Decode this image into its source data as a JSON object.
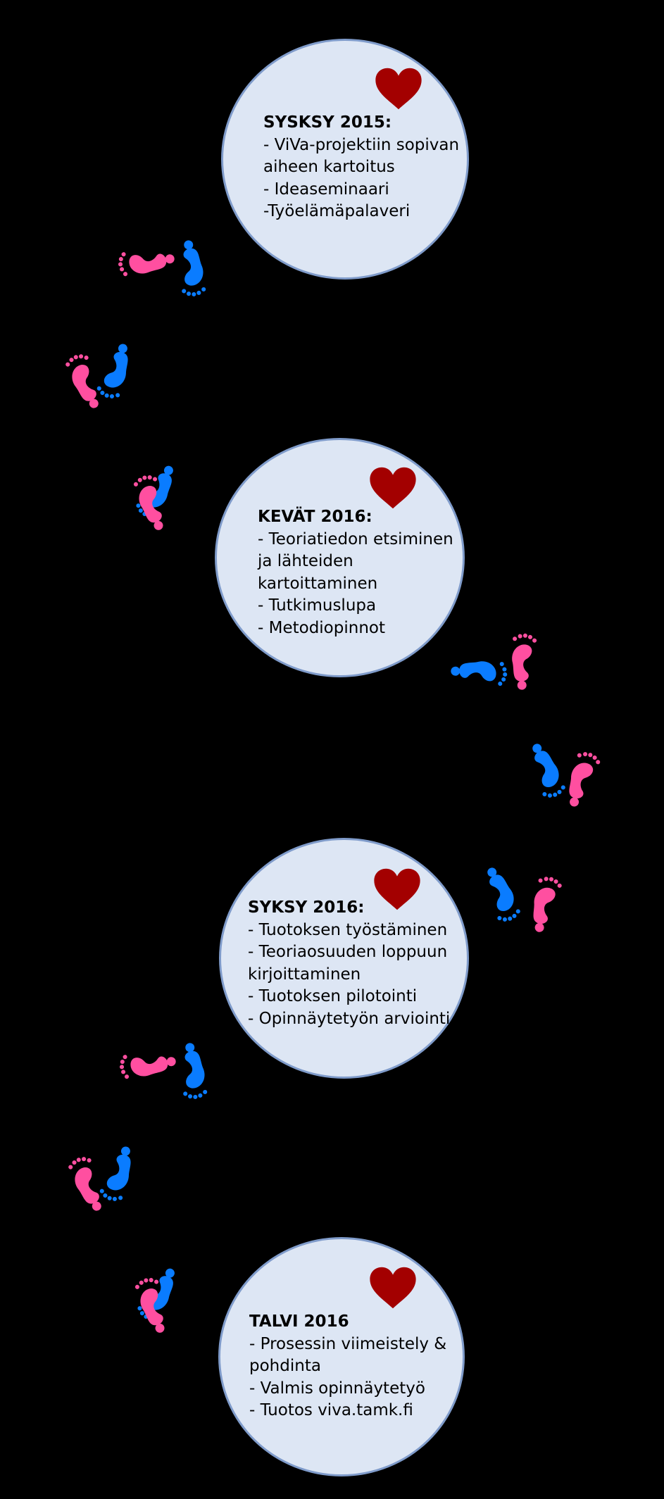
{
  "colors": {
    "background": "#000000",
    "circle_fill": "#dde6f4",
    "circle_border": "#7f9bca",
    "heart": "#a30000",
    "foot_pink": "#ff4fa0",
    "foot_blue": "#0a7cff"
  },
  "stages": [
    {
      "title": "SYSKSY 2015:",
      "lines": [
        "- ViVa-projektiin sopivan",
        "aiheen kartoitus",
        "- Ideaseminaari",
        "-Työelämäpalaveri"
      ]
    },
    {
      "title": "KEVÄT 2016:",
      "lines": [
        "- Teoriatiedon etsiminen",
        "ja lähteiden",
        "kartoittaminen",
        "- Tutkimuslupa",
        "- Metodiopinnot"
      ]
    },
    {
      "title": "SYKSY 2016:",
      "lines": [
        "- Tuotoksen työstäminen",
        "- Teoriaosuuden loppuun",
        "kirjoittaminen",
        "- Tuotoksen pilotointi",
        "- Opinnäytetyön arviointi"
      ]
    },
    {
      "title": "TALVI 2016",
      "lines": [
        "- Prosessin viimeistely &",
        "pohdinta",
        "- Valmis opinnäytetyö",
        "- Tuotos viva.tamk.fi"
      ]
    }
  ],
  "icons": {
    "heart": "heart-icon",
    "footprints": "footprints-icon"
  }
}
